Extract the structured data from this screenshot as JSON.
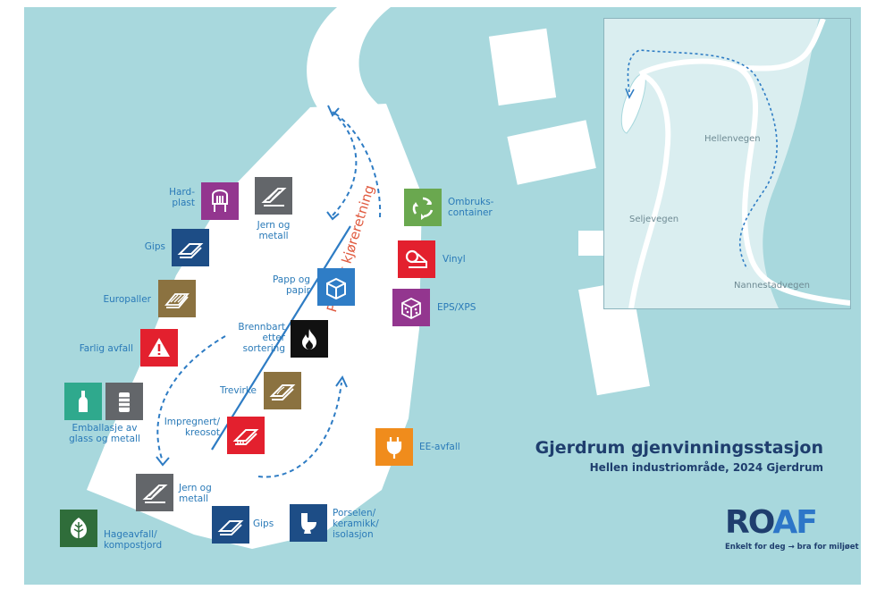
{
  "colors": {
    "water": "#a8d8dd",
    "land": "#ffffff",
    "route": "#2e7cc4",
    "direction_text": "#e05a3f",
    "title": "#1f3e6e",
    "green": "#6aa84f",
    "red": "#e3202e",
    "purple": "#93368f",
    "navy": "#1d4d86",
    "olive": "#8b7240",
    "grey": "#63666a",
    "teal": "#2fa98d",
    "orange": "#f08c1c",
    "black": "#111111",
    "blue": "#2f7dc6",
    "darkgreen": "#2f6d3a"
  },
  "title": "Gjerdrum gjenvinningsstasjon",
  "subtitle": "Hellen industriområde, 2024 Gjerdrum",
  "direction_label": "Påbudt kjøreretning",
  "logo": {
    "text_ro": "RO",
    "text_a": "A",
    "text_f": "F",
    "tagline": "Enkelt for deg → bra for miljøet"
  },
  "inset_roads": {
    "hellenvegen": "Hellenvegen",
    "seljevegen": "Seljevegen",
    "nannestadvegen": "Nannestadvegen"
  },
  "stations": [
    {
      "id": "hardplast",
      "label": "Hard-\nplast",
      "icon": "chair-icon",
      "color": "#93368f"
    },
    {
      "id": "jern-top",
      "label": "Jern og\nmetall",
      "icon": "metal-sheet-icon",
      "color": "#63666a"
    },
    {
      "id": "gips-top",
      "label": "Gips",
      "icon": "gypsum-board-icon",
      "color": "#1d4d86"
    },
    {
      "id": "europaller",
      "label": "Europaller",
      "icon": "pallet-icon",
      "color": "#8b7240"
    },
    {
      "id": "farlig",
      "label": "Farlig avfall",
      "icon": "warning-icon",
      "color": "#e3202e"
    },
    {
      "id": "emb-glass",
      "label": "",
      "icon": "bottle-icon",
      "color": "#2fa98d"
    },
    {
      "id": "emb-metall",
      "label": "Emballasje av\nglass og metall",
      "icon": "can-icon",
      "color": "#63666a"
    },
    {
      "id": "papp",
      "label": "Papp og\npapir",
      "icon": "cardboard-box-icon",
      "color": "#2f7dc6"
    },
    {
      "id": "brennbart",
      "label": "Brennbart\netter\nsortering",
      "icon": "flame-icon",
      "color": "#111111"
    },
    {
      "id": "trevirke",
      "label": "Trevirke",
      "icon": "wood-plank-icon",
      "color": "#8b7240"
    },
    {
      "id": "impregnert",
      "label": "Impregnert/\nkreosot",
      "icon": "treated-wood-icon",
      "color": "#e3202e"
    },
    {
      "id": "jern-bottom",
      "label": "Jern og\nmetall",
      "icon": "metal-sheet-icon",
      "color": "#63666a"
    },
    {
      "id": "hageavfall",
      "label": "Hageavfall/\nkompostjord",
      "icon": "leaf-icon",
      "color": "#2f6d3a"
    },
    {
      "id": "gips-bottom",
      "label": "Gips",
      "icon": "gypsum-board-icon",
      "color": "#1d4d86"
    },
    {
      "id": "porselen",
      "label": "Porselen/\nkeramikk/\nisolasjon",
      "icon": "toilet-icon",
      "color": "#1d4d86"
    },
    {
      "id": "ombruk",
      "label": "Ombruks-\ncontainer",
      "icon": "recycle-icon",
      "color": "#6aa84f"
    },
    {
      "id": "vinyl",
      "label": "Vinyl",
      "icon": "vinyl-roll-icon",
      "color": "#e3202e"
    },
    {
      "id": "eps",
      "label": "EPS/XPS",
      "icon": "foam-block-icon",
      "color": "#93368f"
    },
    {
      "id": "ee",
      "label": "EE-avfall",
      "icon": "electric-plug-icon",
      "color": "#f08c1c"
    }
  ]
}
